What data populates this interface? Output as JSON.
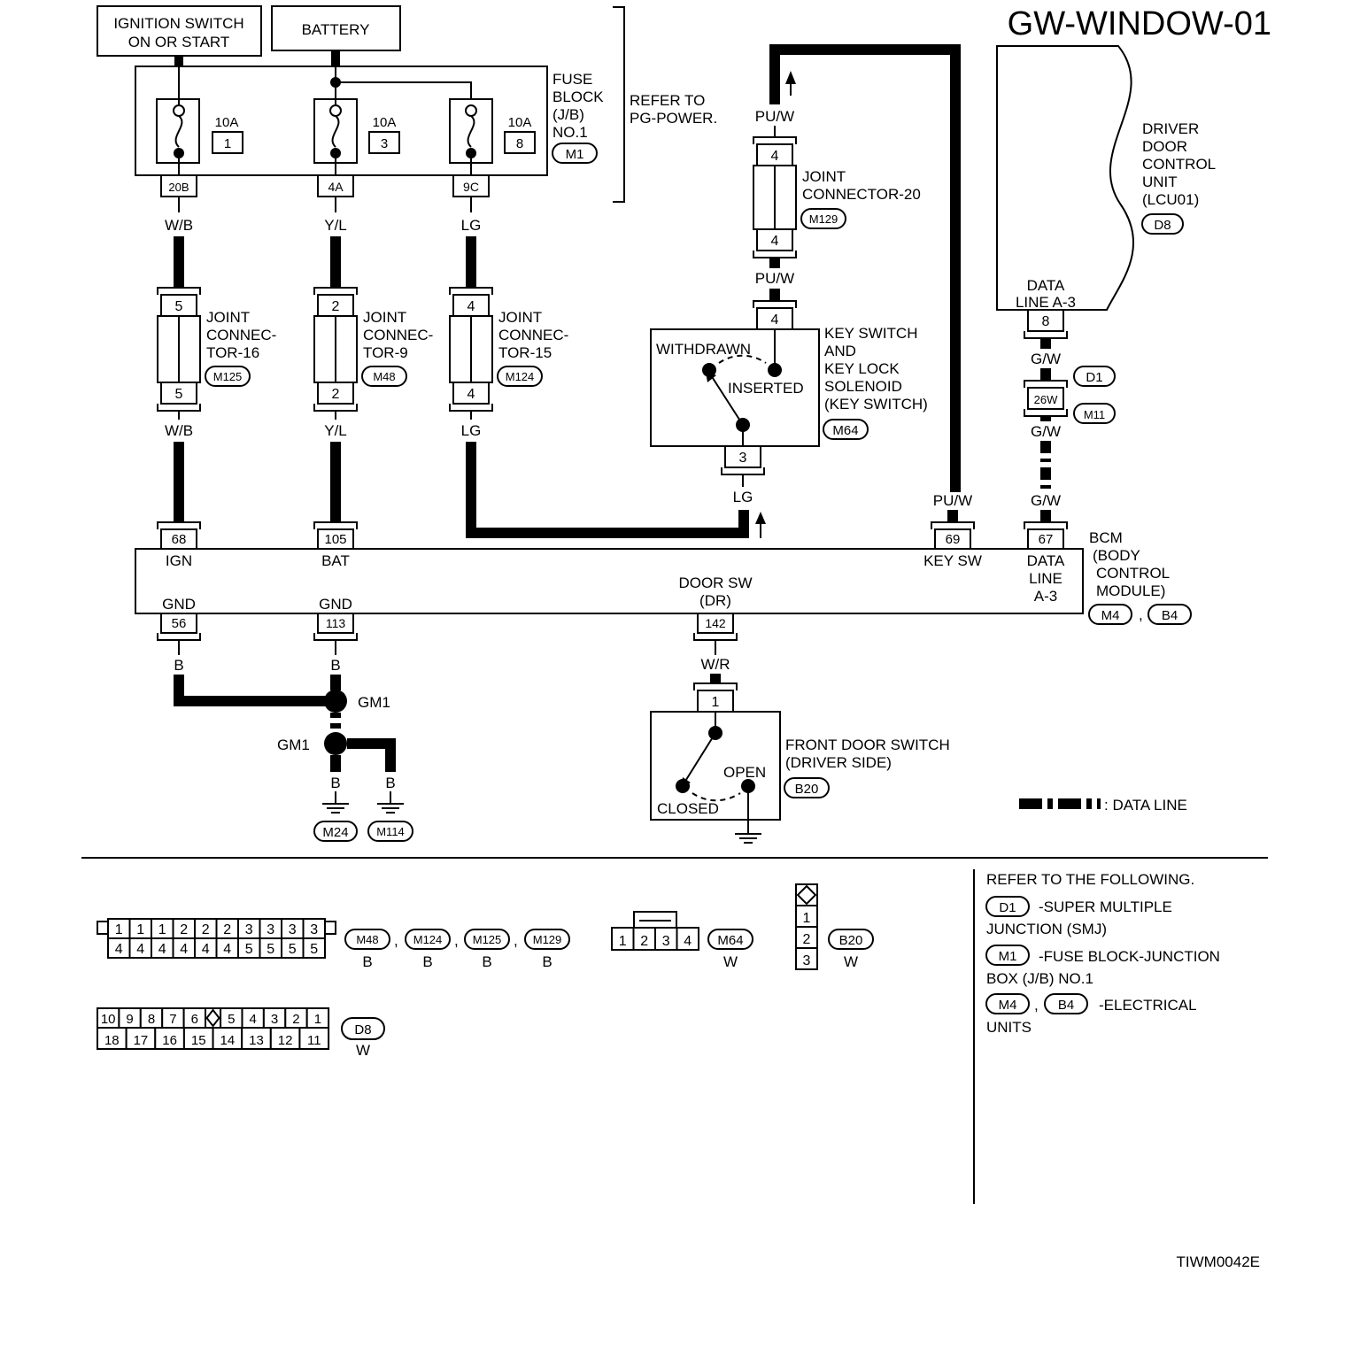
{
  "title": "GW-WINDOW-01",
  "sources": {
    "ignition": [
      "IGNITION SWITCH",
      "ON OR START"
    ],
    "battery": "BATTERY"
  },
  "fuse_block": {
    "label": [
      "FUSE",
      "BLOCK",
      "(J/B)",
      "NO.1"
    ],
    "connector": "M1",
    "refer": [
      "REFER TO",
      "PG-POWER."
    ],
    "fuses": [
      {
        "amps": "10A",
        "num": "1",
        "terminal": "20B",
        "wire": "W/B"
      },
      {
        "amps": "10A",
        "num": "3",
        "terminal": "4A",
        "wire": "Y/L"
      },
      {
        "amps": "10A",
        "num": "8",
        "terminal": "9C",
        "wire": "LG"
      }
    ]
  },
  "joint_connectors": [
    {
      "pin": "5",
      "label": [
        "JOINT",
        "CONNEC-",
        "TOR-16"
      ],
      "connector": "M125",
      "wire_out": "W/B"
    },
    {
      "pin": "2",
      "label": [
        "JOINT",
        "CONNEC-",
        "TOR-9"
      ],
      "connector": "M48",
      "wire_out": "Y/L"
    },
    {
      "pin": "4",
      "label": [
        "JOINT",
        "CONNEC-",
        "TOR-15"
      ],
      "connector": "M124",
      "wire_out": "LG"
    }
  ],
  "joint20": {
    "wire_top": "PU/W",
    "pin": "4",
    "label": [
      "JOINT",
      "CONNECTOR-20"
    ],
    "connector": "M129",
    "wire_bottom": "PU/W"
  },
  "key_switch": {
    "pin_top": "4",
    "withdrawn": "WITHDRAWN",
    "inserted": "INSERTED",
    "label": [
      "KEY SWITCH",
      "AND",
      "KEY LOCK",
      "SOLENOID",
      "(KEY SWITCH)"
    ],
    "connector": "M64",
    "pin_bottom": "3",
    "wire": "LG"
  },
  "lcu": {
    "label": [
      "DRIVER",
      "DOOR",
      "CONTROL",
      "UNIT",
      "(LCU01)"
    ],
    "connector": "D8",
    "data_line": [
      "DATA",
      "LINE A-3"
    ],
    "pin": "8",
    "wire_top": "G/W",
    "smj": "D1",
    "smj_pin": "26W",
    "smj_conn": "M11",
    "wire_mid": "G/W",
    "wire_bottom": "G/W"
  },
  "bcm": {
    "label": [
      "BCM",
      "(BODY",
      "CONTROL",
      "MODULE)"
    ],
    "connectors": [
      "M4",
      "B4"
    ],
    "top_pins": [
      {
        "pin": "68",
        "label": [
          "IGN"
        ]
      },
      {
        "pin": "105",
        "label": [
          "BAT"
        ]
      },
      {
        "pin": "69",
        "label": [
          "KEY SW"
        ],
        "wire": "PU/W"
      },
      {
        "pin": "67",
        "label": [
          "DATA",
          "LINE",
          "A-3"
        ],
        "wire": "G/W"
      }
    ],
    "bottom_pins": [
      {
        "pin": "56",
        "label": [
          "GND"
        ],
        "wire": "B"
      },
      {
        "pin": "113",
        "label": [
          "GND"
        ],
        "wire": "B"
      },
      {
        "pin": "142",
        "label": [
          "DOOR SW",
          "(DR)"
        ],
        "wire": "W/R"
      }
    ]
  },
  "ground": {
    "gm1_a": "GM1",
    "gm1_b": "GM1",
    "wire_left": "B",
    "wire_right": "B",
    "gnd_left": "M24",
    "gnd_right": "M114"
  },
  "door_switch": {
    "pin": "1",
    "open": "OPEN",
    "closed": "CLOSED",
    "label": [
      "FRONT DOOR SWITCH",
      "(DRIVER SIDE)"
    ],
    "connector": "B20"
  },
  "legend": {
    "data_line": ": DATA LINE"
  },
  "connector_views": {
    "c1": {
      "top": [
        "1",
        "1",
        "1",
        "2",
        "2",
        "2",
        "3",
        "3",
        "3",
        "3"
      ],
      "bottom": [
        "4",
        "4",
        "4",
        "4",
        "4",
        "4",
        "5",
        "5",
        "5",
        "5"
      ],
      "tags": [
        "M48",
        "M124",
        "M125",
        "M129"
      ],
      "colors": [
        "B",
        "B",
        "B",
        "B"
      ],
      "sep": ","
    },
    "c2": {
      "pins": [
        "1",
        "2",
        "3",
        "4"
      ],
      "tag": "M64",
      "color": "W"
    },
    "c3": {
      "pins": [
        "1",
        "2",
        "3"
      ],
      "tag": "B20",
      "color": "W"
    },
    "c4": {
      "top": [
        "10",
        "9",
        "8",
        "7",
        "6",
        "",
        "5",
        "4",
        "3",
        "2",
        "1"
      ],
      "bottom": [
        "18",
        "17",
        "16",
        "15",
        "14",
        "13",
        "12",
        "11"
      ],
      "tag": "D8",
      "color": "W"
    }
  },
  "refer": {
    "heading": "REFER TO THE FOLLOWING.",
    "items": [
      {
        "tags": [
          "D1"
        ],
        "text1": "-SUPER MULTIPLE",
        "text2": "JUNCTION (SMJ)"
      },
      {
        "tags": [
          "M1"
        ],
        "text1": "-FUSE BLOCK-JUNCTION",
        "text2": "BOX (J/B) NO.1"
      },
      {
        "tags": [
          "M4",
          "B4"
        ],
        "text1": "-ELECTRICAL",
        "text2": "UNITS",
        "sep": ","
      }
    ]
  },
  "figure_id": "TIWM0042E"
}
